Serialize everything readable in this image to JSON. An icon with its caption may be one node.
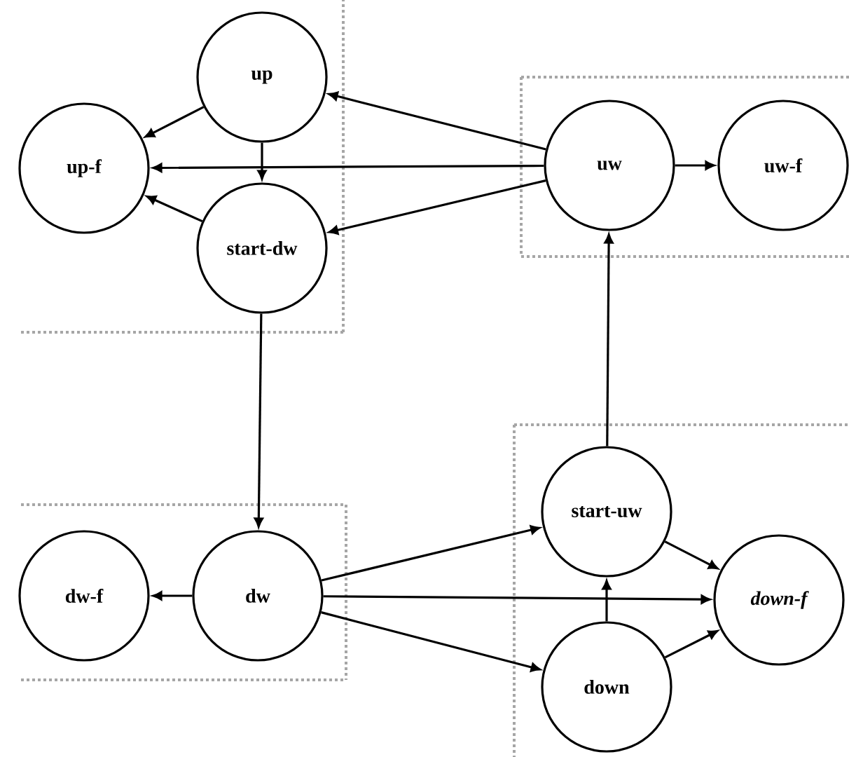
{
  "diagram": {
    "nodes": [
      {
        "text": [],
        "shape": "box"
      },
      {
        "text": [
          "up"
        ],
        "in": 0
      },
      {
        "text": [
          "up-f"
        ],
        "in": 0
      },
      {
        "text": [
          "start-dw"
        ],
        "in": 0
      },
      {
        "text": [],
        "shape": "box"
      },
      {
        "text": [
          "uw"
        ],
        "in": 4
      },
      {
        "text": [
          "uw-f"
        ],
        "in": 4
      },
      {
        "text": [],
        "shape": "box"
      },
      {
        "text": [
          "dw-f"
        ],
        "in": 7
      },
      {
        "text": [
          "dw"
        ],
        "in": 7
      },
      {
        "text": [],
        "shape": "box"
      },
      {
        "text": [
          "start-uw"
        ],
        "in": 10
      },
      {
        "text": [
          "down-f"
        ],
        "in": 10
      },
      {
        "text": [
          "down"
        ],
        "in": 10
      }
    ],
    "edges": [
      {
        "from": 5,
        "to": 1,
        "arrow": "to"
      },
      {
        "from": 5,
        "to": 2,
        "arrow": "to"
      },
      {
        "from": 5,
        "to": 3,
        "arrow": "to"
      },
      {
        "from": 1,
        "to": 2,
        "arrow": "to"
      },
      {
        "from": 1,
        "to": 3,
        "arrow": "to"
      },
      {
        "from": 3,
        "to": 2,
        "arrow": "to"
      },
      {
        "from": 3,
        "to": 9,
        "arrow": "to"
      },
      {
        "from": 5,
        "to": 6,
        "arrow": "to"
      },
      {
        "from": 11,
        "to": 5,
        "arrow": "to"
      },
      {
        "from": 9,
        "to": 8,
        "arrow": "to"
      },
      {
        "from": 9,
        "to": 11,
        "arrow": "to"
      },
      {
        "from": 9,
        "to": 12,
        "arrow": "to"
      },
      {
        "from": 9,
        "to": 13,
        "arrow": "to"
      },
      {
        "from": 11,
        "to": 12,
        "arrow": "to"
      },
      {
        "from": 13,
        "to": 11,
        "arrow": "to"
      },
      {
        "from": 13,
        "to": 12,
        "arrow": "to"
      }
    ]
  }
}
